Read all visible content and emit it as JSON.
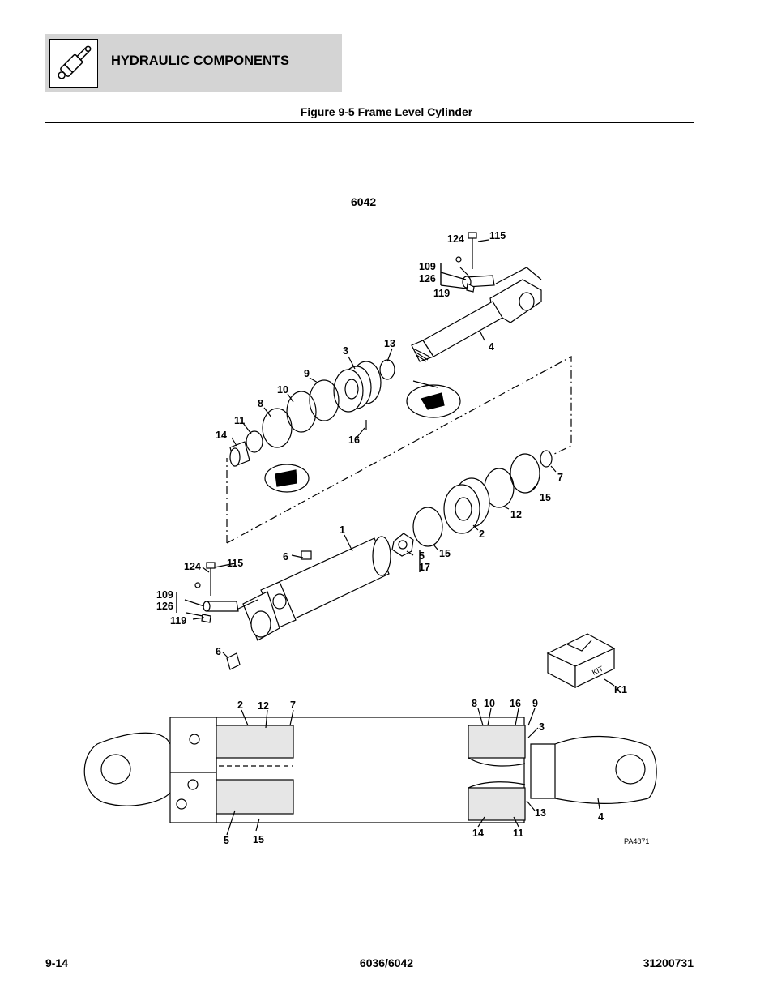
{
  "header": {
    "section_title": "HYDRAULIC COMPONENTS",
    "icon": "hydraulic-cylinder-icon"
  },
  "figure": {
    "title": "Figure 9-5 Frame Level Cylinder",
    "model": "6042",
    "drawing_id": "PA4871"
  },
  "callouts": {
    "n124a": "124",
    "n115a": "115",
    "n109a": "109",
    "n126a": "126",
    "n119a": "119",
    "n4a": "4",
    "n13a": "13",
    "n3a": "3",
    "n9a": "9",
    "n10a": "10",
    "n8a": "8",
    "n11a": "11",
    "n14a": "14",
    "n16a": "16",
    "n7a": "7",
    "n15a": "15",
    "n12a": "12",
    "n2a": "2",
    "n15b": "15",
    "n1": "1",
    "n6a": "6",
    "n5a": "5",
    "n17": "17",
    "n124b": "124",
    "n115b": "115",
    "n109b": "109",
    "n126b": "126",
    "n119b": "119",
    "n6b": "6",
    "kit_label": "KIT",
    "k1": "K1",
    "s2": "2",
    "s12": "12",
    "s7": "7",
    "s8": "8",
    "s10": "10",
    "s16": "16",
    "s9": "9",
    "s3": "3",
    "s5": "5",
    "s15": "15",
    "s14": "14",
    "s11": "11",
    "s13": "13",
    "s4": "4"
  },
  "footer": {
    "page": "9-14",
    "models": "6036/6042",
    "doc_number": "31200731"
  }
}
